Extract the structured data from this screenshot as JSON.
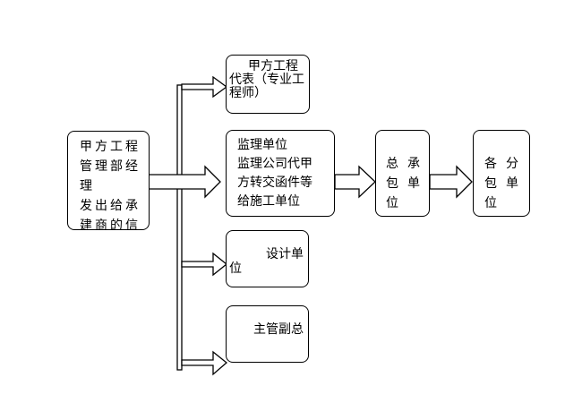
{
  "origin": {
    "line1": "甲方工程",
    "line2": "管理部经",
    "line3": "理",
    "line4": "发出给承",
    "line5": "建商的信"
  },
  "rep": {
    "line1": "甲方工程",
    "line2": "代表（专业工",
    "line3": "程师）"
  },
  "supervision": {
    "line1": "监理单位",
    "line2": "监理公司代甲",
    "line3": "方转交函件等",
    "line4": "给施工单位"
  },
  "design": {
    "line1": "设计单",
    "line2": "位"
  },
  "manager": {
    "line1": "主管副总"
  },
  "general": {
    "c1": "总",
    "c2": "承",
    "c3": "包",
    "c4": "单",
    "c5": "位"
  },
  "sub": {
    "c1": "各",
    "c2": "分",
    "c3": "包",
    "c4": "单",
    "c5": "位"
  }
}
